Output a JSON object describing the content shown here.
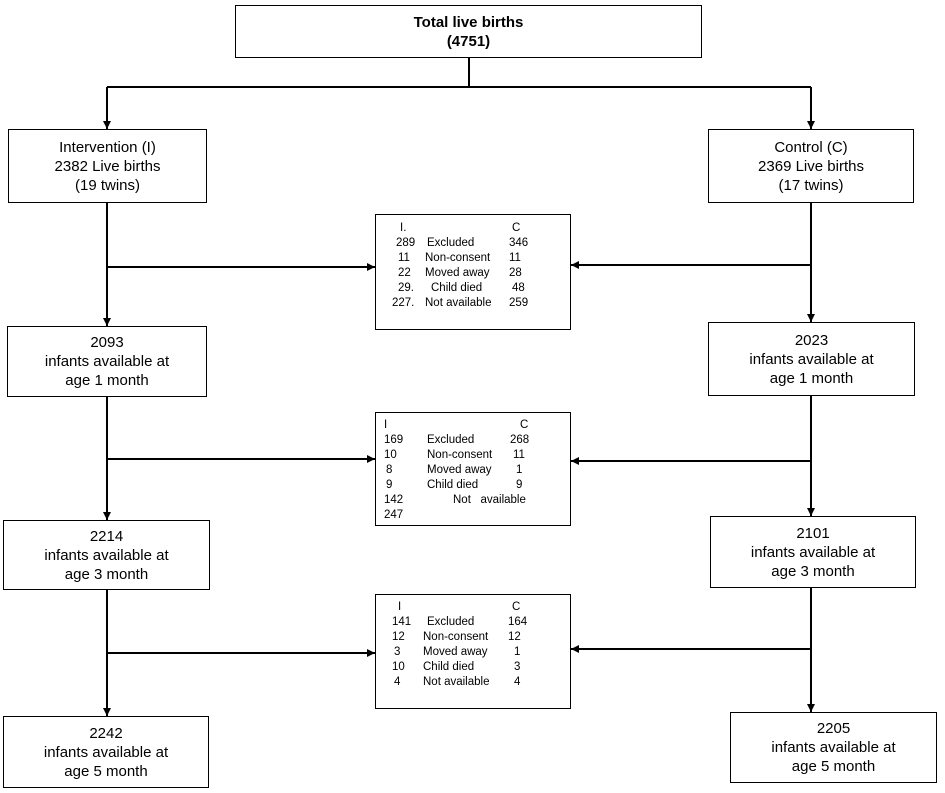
{
  "total": {
    "title": "Total live births",
    "count": "(4751)"
  },
  "intervention": {
    "main": {
      "title": "Intervention (I)",
      "births": "2382 Live births",
      "twins": "(19 twins)"
    },
    "month1": {
      "count": "2093",
      "line1": "infants available at",
      "line2": "age 1 month"
    },
    "month3": {
      "count": "2214",
      "line1": "infants available at",
      "line2": "age 3 month"
    },
    "month5": {
      "count": "2242",
      "line1": "infants available at",
      "line2": "age 5 month"
    }
  },
  "control": {
    "main": {
      "title": "Control (C)",
      "births": "2369 Live births",
      "twins": "(17 twins)"
    },
    "month1": {
      "count": "2023",
      "line1": "infants available at",
      "line2": "age 1 month"
    },
    "month3": {
      "count": "2101",
      "line1": "infants available at",
      "line2": "age 3 month"
    },
    "month5": {
      "count": "2205",
      "line1": "infants available at",
      "line2": "age 5 month"
    }
  },
  "exclusions1": {
    "head_i": "I.",
    "head_c": "C",
    "rows": [
      {
        "i": "289",
        "label": "Excluded",
        "c": "346"
      },
      {
        "i": "11",
        "label": "Non-consent",
        "c": "11"
      },
      {
        "i": "22",
        "label": "Moved away",
        "c": "28"
      },
      {
        "i": "29.",
        "label": "Child died",
        "c": "48"
      },
      {
        "i": "227.",
        "label": "Not available",
        "c": "259"
      }
    ]
  },
  "exclusions2": {
    "head_i": "I",
    "head_c": "C",
    "rows": [
      {
        "i": "169",
        "label": "Excluded",
        "c": "268"
      },
      {
        "i": "10",
        "label": "Non-consent",
        "c": "11"
      },
      {
        "i": "8",
        "label": "Moved away",
        "c": "1"
      },
      {
        "i": "9",
        "label": "Child died",
        "c": "9"
      },
      {
        "i": "142",
        "label": "Not   available",
        "c": ""
      },
      {
        "i": "247",
        "label": "",
        "c": ""
      }
    ]
  },
  "exclusions3": {
    "head_i": "I",
    "head_c": "C",
    "rows": [
      {
        "i": "141",
        "label": "Excluded",
        "c": "164"
      },
      {
        "i": "12",
        "label": "Non-consent",
        "c": "12"
      },
      {
        "i": "3",
        "label": "Moved away",
        "c": "1"
      },
      {
        "i": "10",
        "label": "Child died",
        "c": "3"
      },
      {
        "i": "4",
        "label": "Not available",
        "c": "4"
      }
    ]
  }
}
